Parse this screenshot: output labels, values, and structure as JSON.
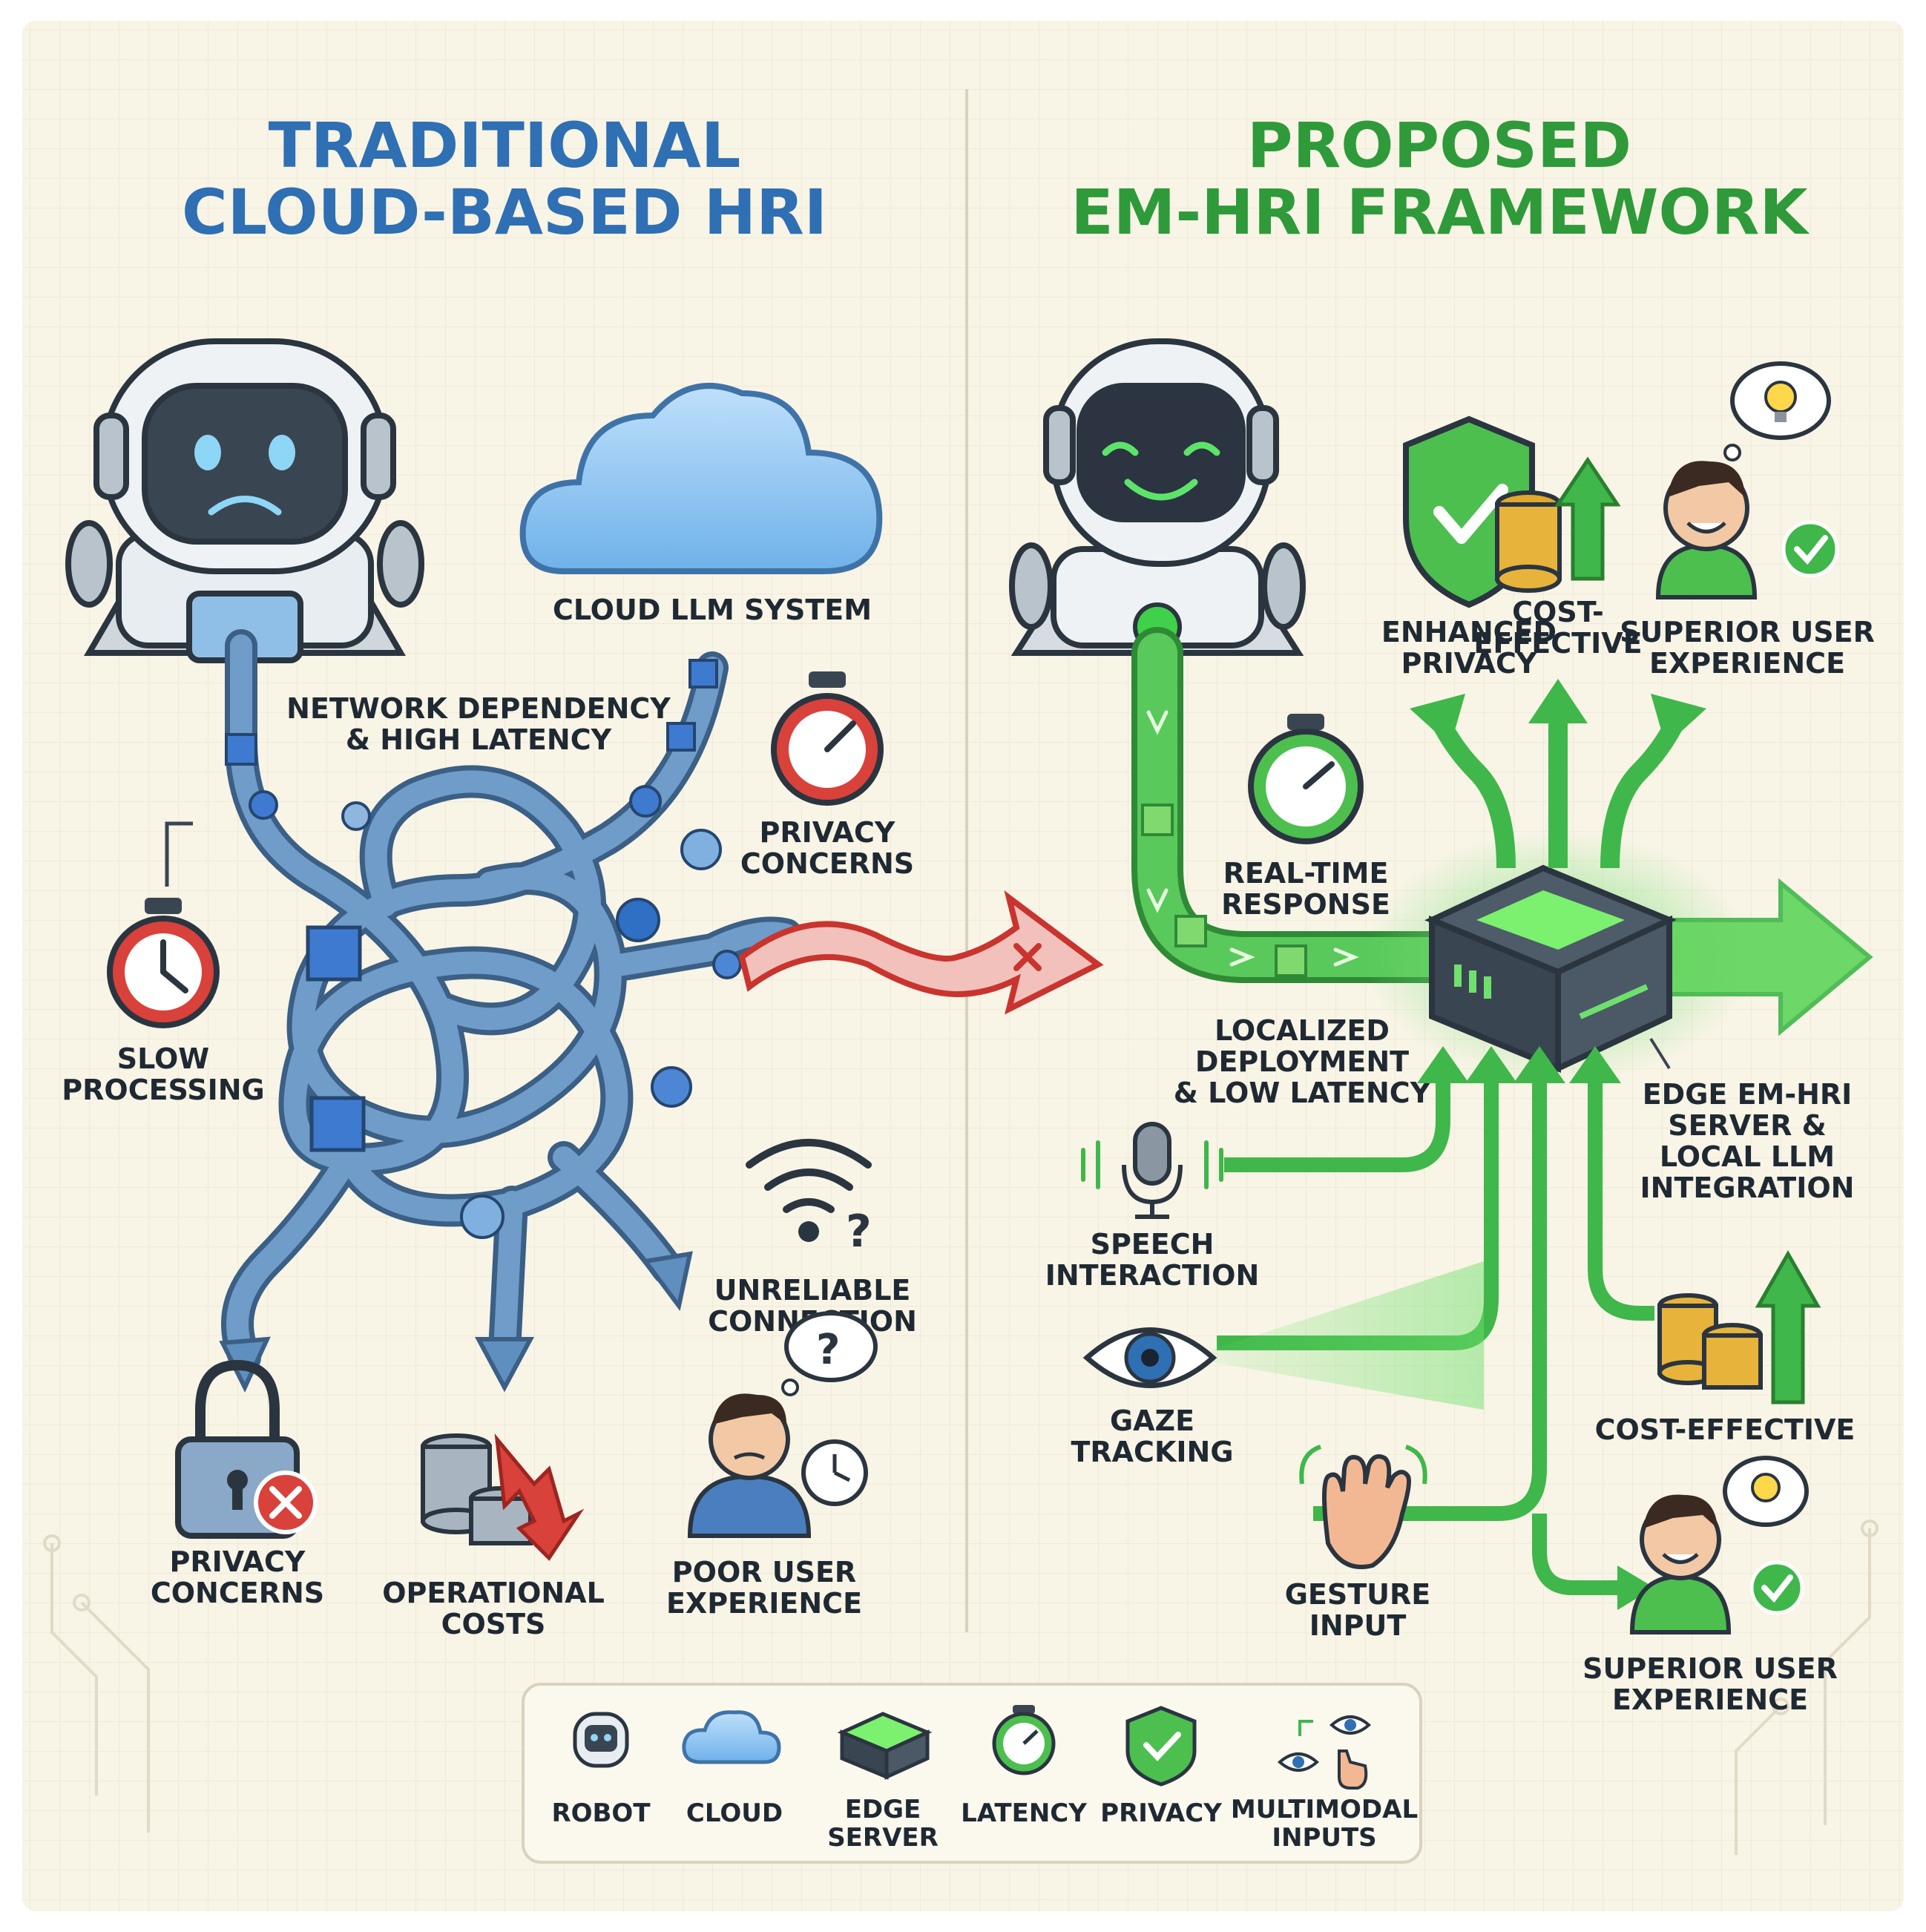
{
  "titles": {
    "left": [
      "TRADITIONAL",
      "CLOUD-BASED HRI"
    ],
    "right": [
      "PROPOSED",
      "EM-HRI FRAMEWORK"
    ]
  },
  "left": {
    "cloud": "CLOUD LLM SYSTEM",
    "network": [
      "NETWORK DEPENDENCY",
      "& HIGH LATENCY"
    ],
    "privacy_top": [
      "PRIVACY",
      "CONCERNS"
    ],
    "slow": [
      "SLOW",
      "PROCESSING"
    ],
    "unreliable": [
      "UNRELIABLE",
      "CONNECTION"
    ],
    "privacy_bottom": [
      "PRIVACY",
      "CONCERNS"
    ],
    "costs": [
      "OPERATIONAL",
      "COSTS"
    ],
    "poor_ux": [
      "POOR USER",
      "EXPERIENCE"
    ]
  },
  "right": {
    "privacy": [
      "ENHANCED",
      "PRIVACY"
    ],
    "cost_top": [
      "COST-",
      "EFFECTIVE"
    ],
    "ux_top": [
      "SUPERIOR USER",
      "EXPERIENCE"
    ],
    "realtime": [
      "REAL-TIME",
      "RESPONSE"
    ],
    "localized": [
      "LOCALIZED",
      "DEPLOYMENT",
      "& LOW LATENCY"
    ],
    "edge": [
      "EDGE EM-HRI",
      "SERVER &",
      "LOCAL LLM",
      "INTEGRATION"
    ],
    "speech": [
      "SPEECH",
      "INTERACTION"
    ],
    "gaze": [
      "GAZE",
      "TRACKING"
    ],
    "gesture": [
      "GESTURE",
      "INPUT"
    ],
    "cost_bottom": "COST-EFFECTIVE",
    "ux_bottom": [
      "SUPERIOR USER",
      "EXPERIENCE"
    ]
  },
  "legend": [
    {
      "label": [
        "ROBOT"
      ],
      "icon": "robot-icon"
    },
    {
      "label": [
        "CLOUD"
      ],
      "icon": "cloud-icon"
    },
    {
      "label": [
        "EDGE",
        "SERVER"
      ],
      "icon": "edge-server-icon"
    },
    {
      "label": [
        "LATENCY"
      ],
      "icon": "stopwatch-icon"
    },
    {
      "label": [
        "PRIVACY"
      ],
      "icon": "shield-icon"
    },
    {
      "label": [
        "MULTIMODAL",
        "INPUTS"
      ],
      "icon": "multimodal-icon"
    }
  ],
  "colors": {
    "background": "#f8f4e6",
    "blue": "#2f6fb3",
    "green": "#2e9a3a",
    "red": "#d9413b",
    "pipe_blue": "#5f8fbe"
  }
}
